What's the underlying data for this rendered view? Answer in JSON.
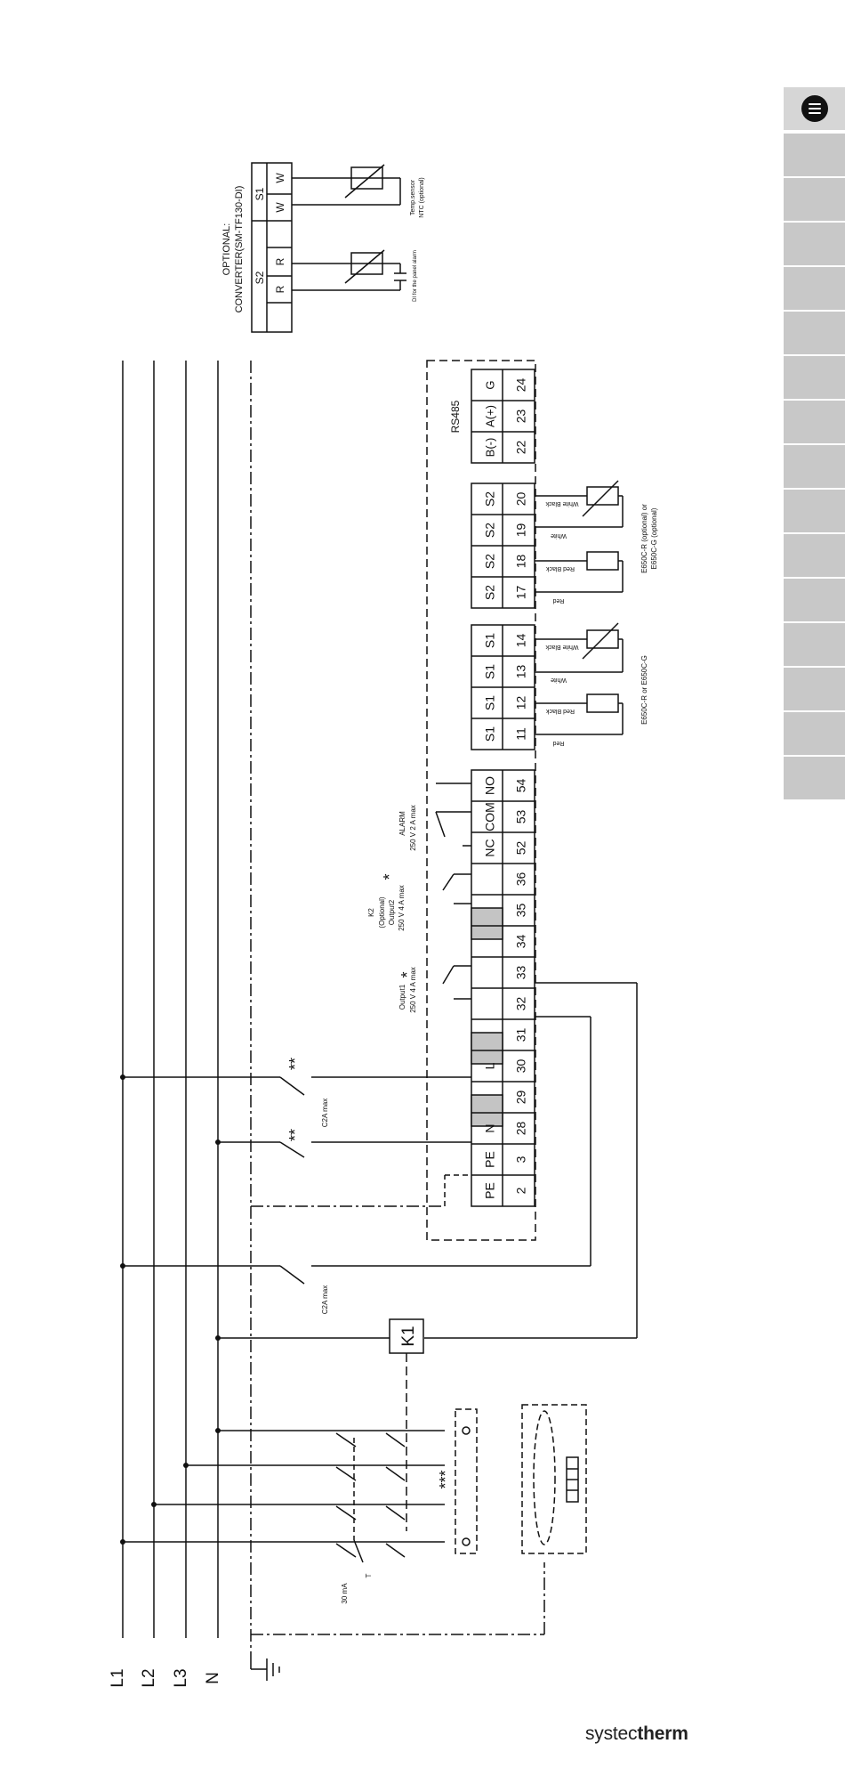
{
  "mains": {
    "l1": "L1",
    "l2": "L2",
    "l3": "L3",
    "n": "N"
  },
  "optional_box": {
    "title": "OPTIONAL:",
    "subtitle": "CONVERTER(SM-TF130-DI)",
    "s2": "S2",
    "s1": "S1",
    "r": "R",
    "w": "W",
    "di_note": "DI for the panel alarm",
    "temp_note_1": "Temp.sensor",
    "temp_note_2": "NTC (optional)"
  },
  "rs485": "RS485",
  "terminals": {
    "top": [
      "PE",
      "PE",
      "N",
      "",
      "L",
      "",
      "",
      "",
      "",
      "",
      "",
      "NC",
      "COM",
      "NO"
    ],
    "bottom": [
      "2",
      "3",
      "28",
      "29",
      "30",
      "31",
      "32",
      "33",
      "34",
      "35",
      "36",
      "52",
      "53",
      "54"
    ],
    "s1_top": [
      "S1",
      "S1",
      "S1",
      "S1"
    ],
    "s1_bottom": [
      "11",
      "12",
      "13",
      "14"
    ],
    "s2_top": [
      "S2",
      "S2",
      "S2",
      "S2"
    ],
    "s2_bottom": [
      "17",
      "18",
      "19",
      "20"
    ],
    "rs_top": [
      "B(-)",
      "A(+)",
      "G"
    ],
    "rs_bottom": [
      "22",
      "23",
      "24"
    ]
  },
  "labels": {
    "c2a_max": "C2A max",
    "double_star": "**",
    "triple_star": "***",
    "star": "*",
    "k1": "K1",
    "rcd_ma": "30 mA",
    "rcd_t": "T",
    "output1_1": "Output1",
    "output1_2": "250 V 4 A max",
    "k2_1": "K2",
    "k2_2": "(Optional)",
    "k2_3": "Output2",
    "k2_4": "250 V 4 A max",
    "alarm_1": "ALARM",
    "alarm_2": "250 V 2 A max",
    "red": "Red",
    "red_black": "Red Black",
    "white": "White",
    "white_black": "White Black",
    "sensor1": "E650C-R or E650C-G",
    "sensor2_1": "E650C-R (optional) or",
    "sensor2_2": "E650C-G (optional)"
  },
  "brand": {
    "light": "systec",
    "bold": "therm"
  },
  "sidebar": {
    "menu_icon": "menu-icon",
    "tab_count": 15
  },
  "colors": {
    "sidebar_tab": "#c8c8c8",
    "sidebar_menu": "#d6d6d6",
    "grey_terminal": "#c4c4c4"
  }
}
